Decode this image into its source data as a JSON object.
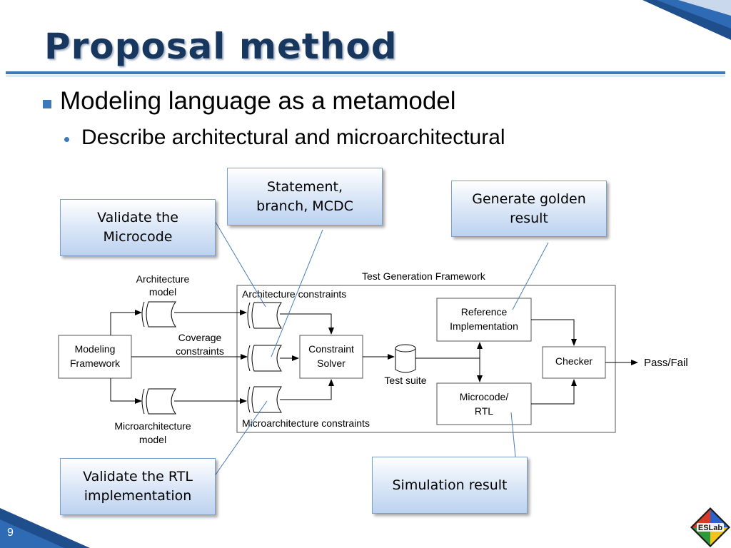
{
  "slide": {
    "title": "Proposal method",
    "number": "9",
    "logo_text": "ESLab"
  },
  "bullets": {
    "level1": "Modeling language as a metamodel",
    "level2": "Describe architectural and microarchitectural"
  },
  "callouts": {
    "validate_microcode": "Validate the\nMicrocode",
    "coverage_types": "Statement,\nbranch, MCDC",
    "golden_result": "Generate golden\nresult",
    "validate_rtl": "Validate the RTL\nimplementation",
    "simulation_result": "Simulation result"
  },
  "diagram": {
    "framework_title": "Test Generation Framework",
    "modeling_framework": [
      "Modeling",
      "Framework"
    ],
    "architecture_model": [
      "Architecture",
      "model"
    ],
    "coverage_constraints": [
      "Coverage",
      "constraints"
    ],
    "microarchitecture_model": [
      "Microarchitecture",
      "model"
    ],
    "architecture_constraints": "Architecture constraints",
    "microarchitecture_constraints": "Microarchitecture constraints",
    "constraint_solver": [
      "Constraint",
      "Solver"
    ],
    "test_suite": "Test suite",
    "reference_impl": [
      "Reference",
      "Implementation"
    ],
    "microcode_rtl": [
      "Microcode/",
      "RTL"
    ],
    "checker": "Checker",
    "pass_fail": "Pass/Fail"
  },
  "colors": {
    "title": "#17375e",
    "accent": "#3d78b8",
    "callout_border": "#7da0c8",
    "corner_dark": "#1f4e8c"
  }
}
